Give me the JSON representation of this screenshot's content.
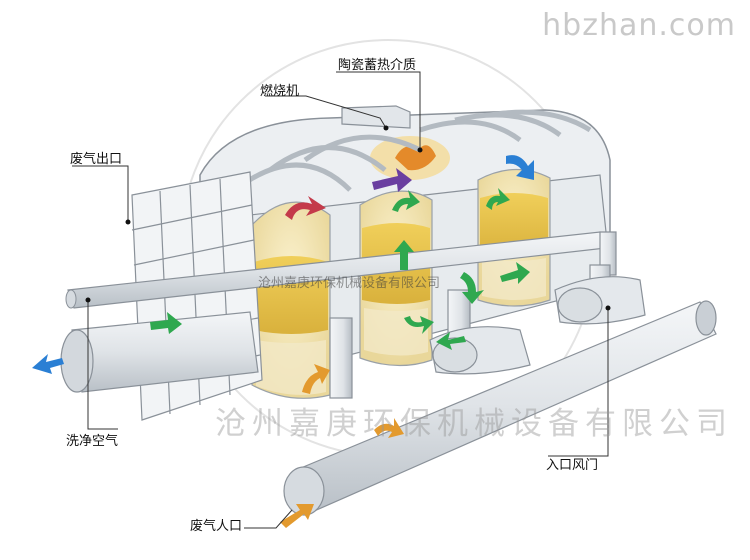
{
  "watermark": {
    "site": "hbzhan.com",
    "company_large": "沧州嘉庚环保机械设备有限公司",
    "company_small": "沧州嘉庚环保机械设备有限公司"
  },
  "labels": {
    "ceramic_media": "陶瓷蓄热介质",
    "burner": "燃烧机",
    "exhaust_outlet": "废气出口",
    "purge_air": "洗净空气",
    "inlet_valve": "入口风门",
    "exhaust_inlet": "废气人口"
  },
  "colors": {
    "structure": "#eceff2",
    "structure_stroke": "#8a9199",
    "media": "#e6c24a",
    "chamber_glow": "#f7ecc0",
    "arrow_green": "#2fa84f",
    "arrow_blue": "#2a7fd4",
    "arrow_orange": "#e39a2e",
    "arrow_purple": "#6a3fa0",
    "arrow_red": "#c43a4a"
  }
}
